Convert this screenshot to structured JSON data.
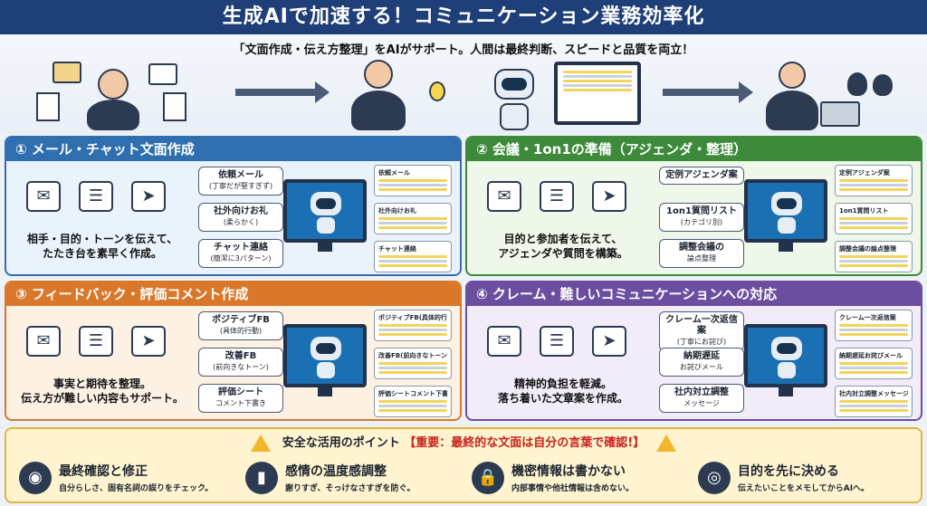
{
  "header": {
    "title": "生成AIで加速する！コミュニケーション業務効率化"
  },
  "hero": {
    "subtitle": "「文面作成・伝え方整理」をAIがサポート。人間は最終判断、スピードと品質を両立！"
  },
  "panels": [
    {
      "title": "① メール・チャット文面作成",
      "color": "#2f6fb0",
      "bg": "#eaf3fc",
      "desc": "相手・目的・トーンを伝えて、\nたたき台を素早く作成。",
      "chips": [
        {
          "t": "依頼メール",
          "s": "(丁寧だが堅すぎず)"
        },
        {
          "t": "社外向けお礼",
          "s": "(柔らかく)"
        },
        {
          "t": "チャット連絡",
          "s": "(簡潔に3パターン)"
        }
      ],
      "docs": [
        "依頼メール",
        "社外向けお礼",
        "チャット連絡"
      ]
    },
    {
      "title": "② 会議・1on1の準備（アジェンダ・整理）",
      "color": "#3d8a3a",
      "bg": "#eef7e9",
      "desc": "目的と参加者を伝えて、\nアジェンダや質問を構築。",
      "chips": [
        {
          "t": "定例アジェンダ案",
          "s": ""
        },
        {
          "t": "1on1質問リスト",
          "s": "(カテゴリ別)"
        },
        {
          "t": "調整会議の",
          "s": "論点整理"
        }
      ],
      "docs": [
        "定例アジェンダ案",
        "1on1質問リスト",
        "調整会議の論点整理"
      ]
    },
    {
      "title": "③ フィードバック・評価コメント作成",
      "color": "#d9782a",
      "bg": "#fdf1e4",
      "desc": "事実と期待を整理。\n伝え方が難しい内容もサポート。",
      "chips": [
        {
          "t": "ポジティブFB",
          "s": "(具体的行動)"
        },
        {
          "t": "改善FB",
          "s": "(前向きなトーン)"
        },
        {
          "t": "評価シート",
          "s": "コメント下書き"
        }
      ],
      "docs": [
        "ポジティブFB(具体的行動)",
        "改善FB(前向きなトーン)",
        "評価シートコメント下書き"
      ]
    },
    {
      "title": "④ クレーム・難しいコミュニケーションへの対応",
      "color": "#6b4ea0",
      "bg": "#f1ecf8",
      "desc": "精神的負担を軽減。\n落ち着いた文章案を作成。",
      "chips": [
        {
          "t": "クレーム一次返信案",
          "s": "(丁寧にお詫び)"
        },
        {
          "t": "納期遅延",
          "s": "お詫びメール"
        },
        {
          "t": "社内対立調整",
          "s": "メッセージ"
        }
      ],
      "docs": [
        "クレーム一次返信案",
        "納期遅延お詫びメール",
        "社内対立調整メッセージ"
      ]
    }
  ],
  "tips": {
    "title": "安全な活用のポイント",
    "emphasis": "【重要：最終的な文面は自分の言葉で確認!】",
    "items": [
      {
        "title": "最終確認と修正",
        "desc": "自分らしさ、固有名詞の誤りをチェック。",
        "icon": "◉"
      },
      {
        "title": "感情の温度感調整",
        "desc": "謝りすぎ、そっけなさすぎを防ぐ。",
        "icon": "▮"
      },
      {
        "title": "機密情報は書かない",
        "desc": "内部事情や他社情報は含めない。",
        "icon": "🔒"
      },
      {
        "title": "目的を先に決める",
        "desc": "伝えたいことをメモしてからAIへ。",
        "icon": "◎"
      }
    ]
  }
}
